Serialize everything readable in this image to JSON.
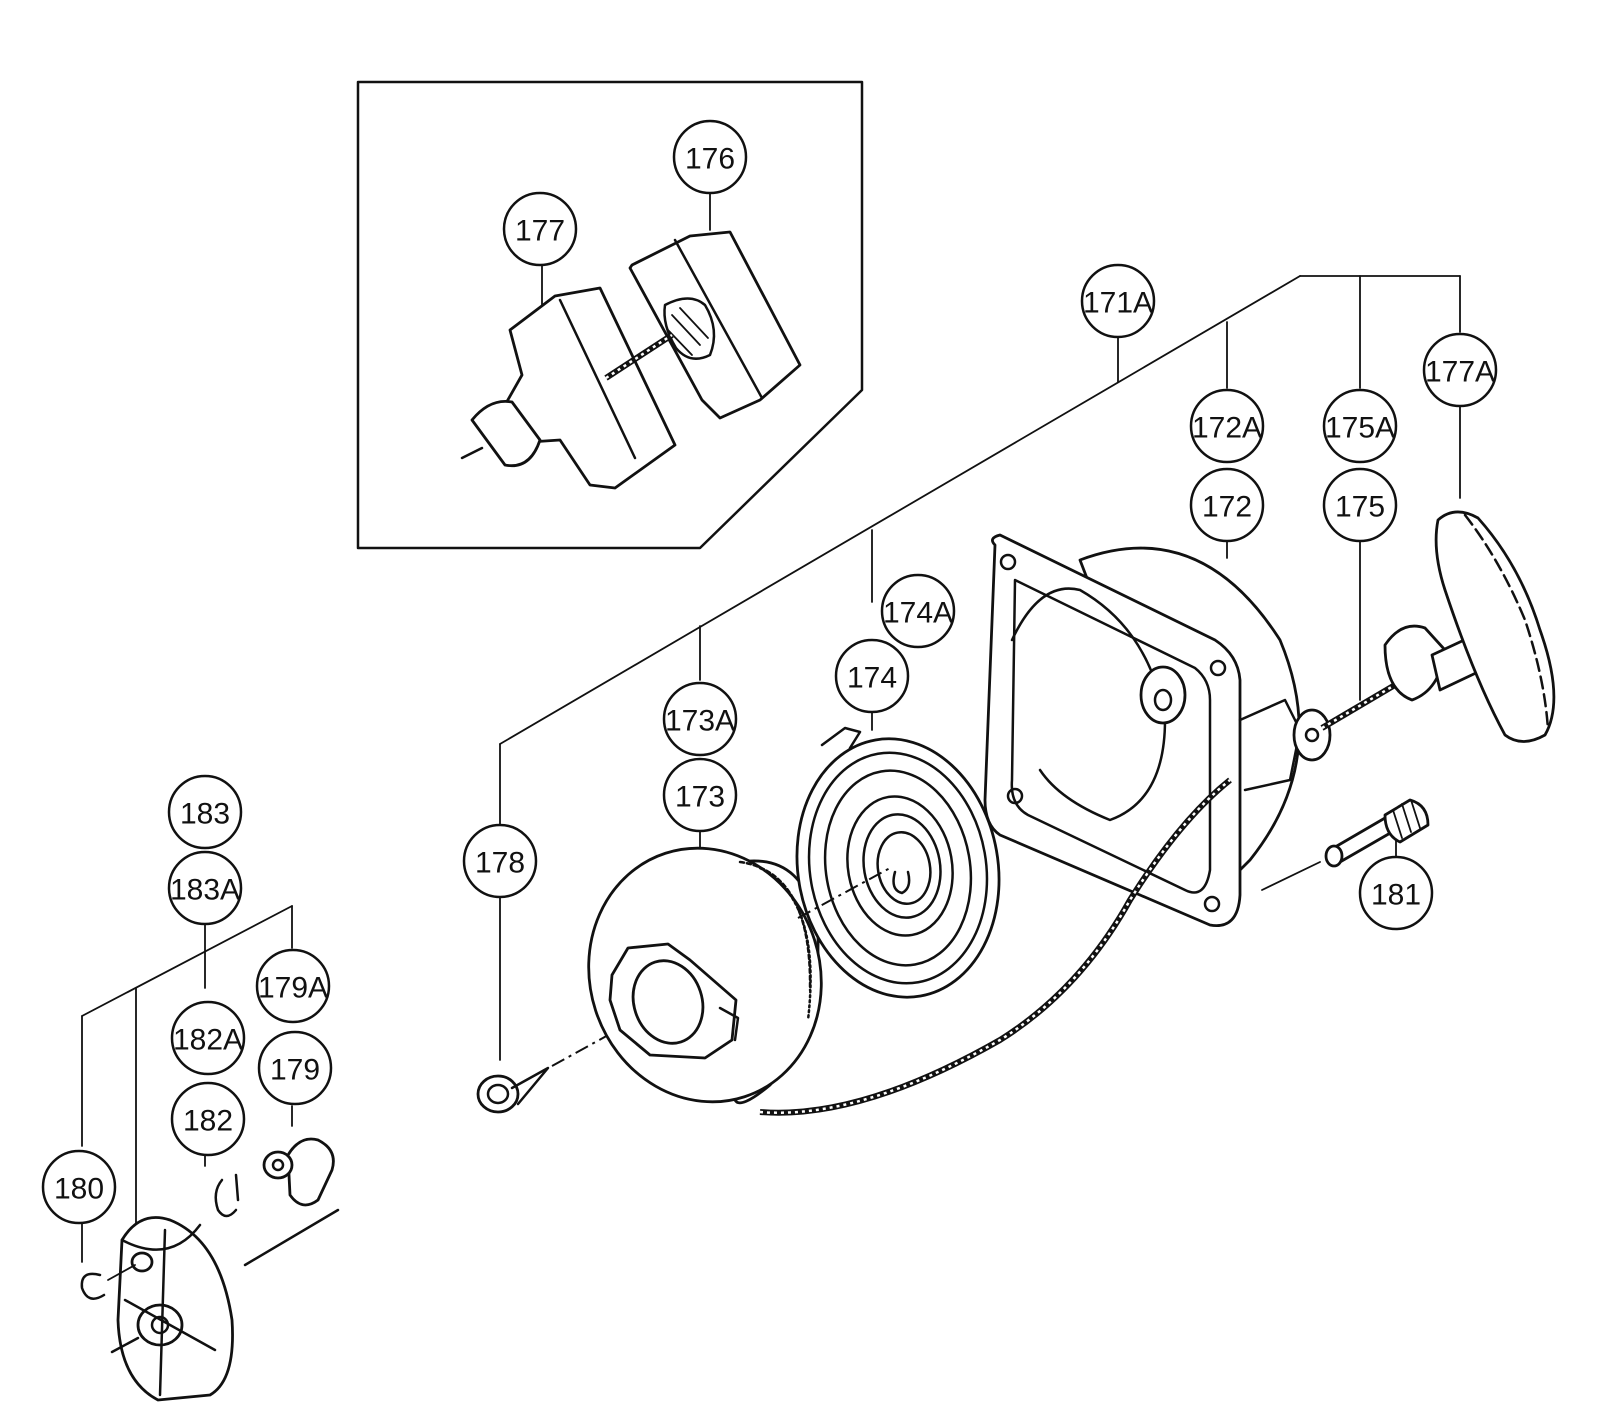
{
  "labels": {
    "p176": "176",
    "p177": "177",
    "p171A": "171A",
    "p177A": "177A",
    "p172A": "172A",
    "p175A": "175A",
    "p172": "172",
    "p175": "175",
    "p174A": "174A",
    "p174": "174",
    "p173A": "173A",
    "p173": "173",
    "p178": "178",
    "p181": "181",
    "p183": "183",
    "p183A": "183A",
    "p179A": "179A",
    "p182A": "182A",
    "p179": "179",
    "p182": "182",
    "p180": "180"
  }
}
